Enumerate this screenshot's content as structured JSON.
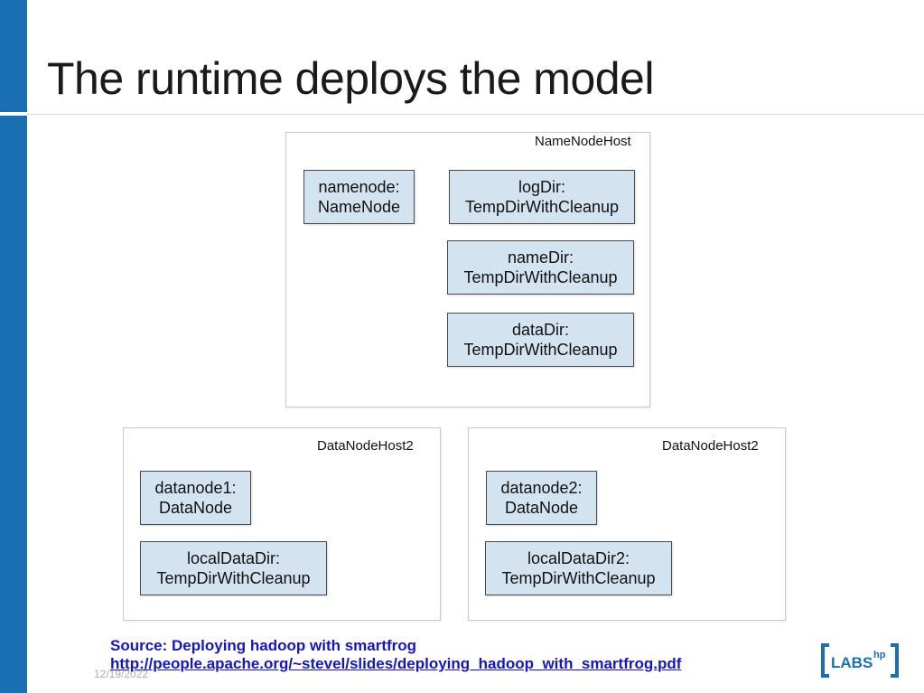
{
  "slide": {
    "title": "The runtime deploys the model",
    "date": "12/19/2022"
  },
  "hosts": [
    {
      "label": "NameNodeHost",
      "components": [
        {
          "name": "namenode:",
          "type": "NameNode"
        },
        {
          "name": "logDir:",
          "type": "TempDirWithCleanup"
        },
        {
          "name": "nameDir:",
          "type": "TempDirWithCleanup"
        },
        {
          "name": "dataDir:",
          "type": "TempDirWithCleanup"
        }
      ]
    },
    {
      "label": "DataNodeHost2",
      "components": [
        {
          "name": "datanode1:",
          "type": "DataNode"
        },
        {
          "name": "localDataDir:",
          "type": "TempDirWithCleanup"
        }
      ]
    },
    {
      "label": "DataNodeHost2",
      "components": [
        {
          "name": "datanode2:",
          "type": "DataNode"
        },
        {
          "name": "localDataDir2:",
          "type": "TempDirWithCleanup"
        }
      ]
    }
  ],
  "source": {
    "line": "Source: Deploying hadoop with smartfrog",
    "url": "http://people.apache.org/~stevel/slides/deploying_hadoop_with_smartfrog.pdf"
  },
  "logo": {
    "text": "LABS",
    "superscript": "hp",
    "color": "#1a6fb2"
  }
}
